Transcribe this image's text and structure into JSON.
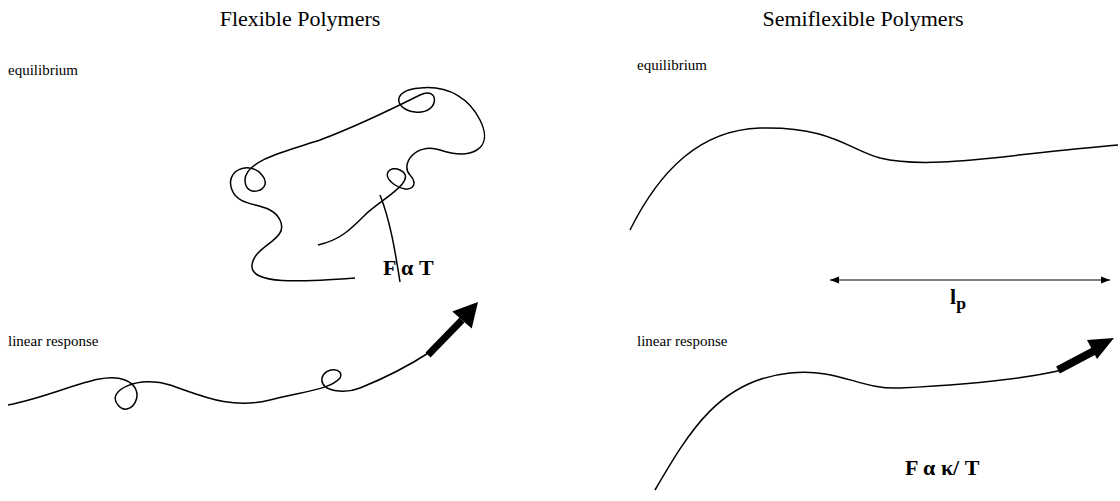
{
  "diagram": {
    "labels": [
      "Flexible Polymers",
      "Semiflexible Polymers",
      "equilibrium",
      "equilibrium",
      "lp",
      "linear response",
      "linear response",
      "F α T",
      "F α κ/ T"
    ]
  }
}
